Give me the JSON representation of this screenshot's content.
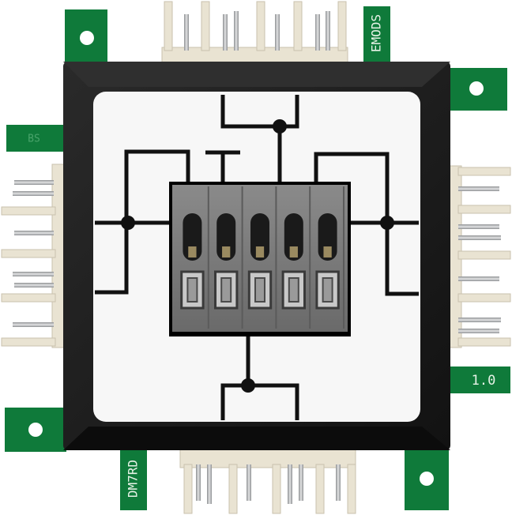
{
  "product": {
    "brand_label": "EMODS",
    "model_label": "DM7RD",
    "version_label": "1.0",
    "corner_label": "BS"
  },
  "terminal_block": {
    "positions": 5
  },
  "colors": {
    "pcb_green": "#0f7a3a",
    "frame_black": "#1b1b1b",
    "panel_white": "#f7f7f7",
    "connector_ivory": "#e9e3d2",
    "terminal_grey": "#7a7a7a",
    "pin_metal": "#b9bbbd"
  }
}
